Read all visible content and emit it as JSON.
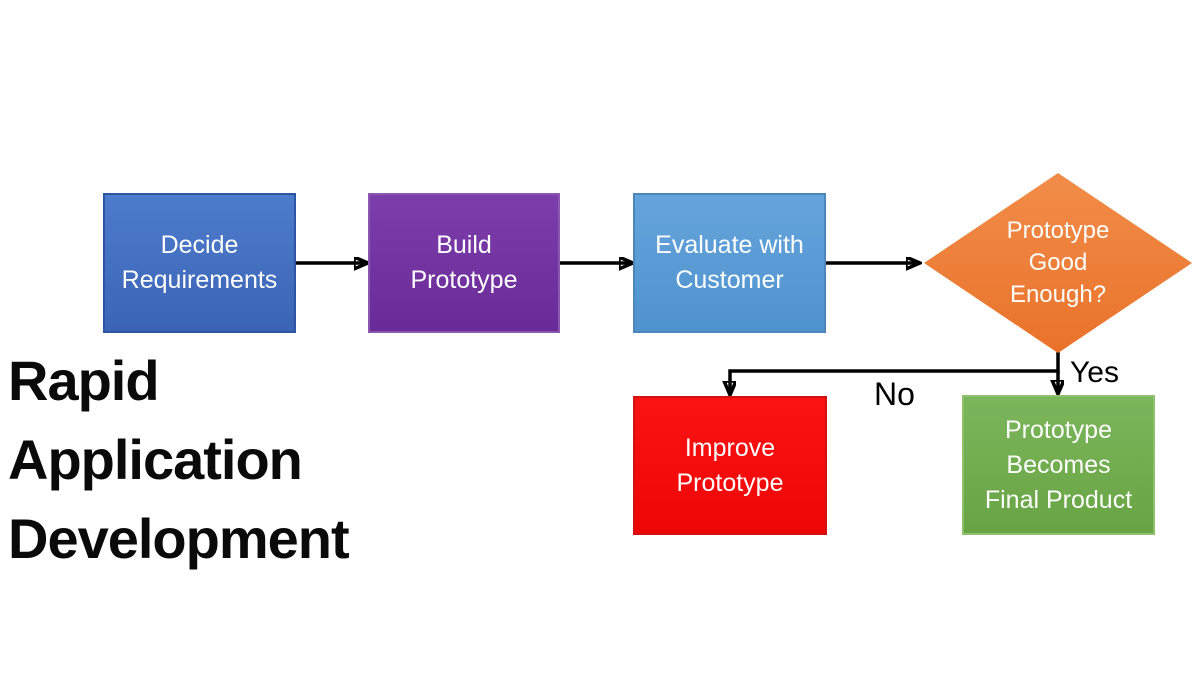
{
  "title": {
    "lines": [
      "Rapid",
      "Application",
      "Development"
    ]
  },
  "flowchart": {
    "nodes": {
      "decide_requirements": {
        "lines": [
          "Decide",
          "Requirements"
        ],
        "shape": "rectangle",
        "fill": "#4472C4"
      },
      "build_prototype": {
        "lines": [
          "Build",
          "Prototype"
        ],
        "shape": "rectangle",
        "fill": "#7030A0"
      },
      "evaluate_with_customer": {
        "lines": [
          "Evaluate with",
          "Customer"
        ],
        "shape": "rectangle",
        "fill": "#5B9BD5"
      },
      "prototype_good_enough": {
        "lines": [
          "Prototype",
          "Good",
          "Enough?"
        ],
        "shape": "diamond",
        "fill": "#ED7D31"
      },
      "improve_prototype": {
        "lines": [
          "Improve",
          "Prototype"
        ],
        "shape": "rectangle",
        "fill": "#F90B0B"
      },
      "prototype_becomes_final_product": {
        "lines": [
          "Prototype",
          "Becomes",
          "Final Product"
        ],
        "shape": "rectangle",
        "fill": "#70AD47"
      }
    },
    "edges": [
      {
        "from": "decide_requirements",
        "to": "build_prototype",
        "label": ""
      },
      {
        "from": "build_prototype",
        "to": "evaluate_with_customer",
        "label": ""
      },
      {
        "from": "evaluate_with_customer",
        "to": "prototype_good_enough",
        "label": ""
      },
      {
        "from": "prototype_good_enough",
        "to": "improve_prototype",
        "label": "No"
      },
      {
        "from": "prototype_good_enough",
        "to": "prototype_becomes_final_product",
        "label": "Yes"
      }
    ],
    "arrow_color": "#000000",
    "node_text_color": "#FFFFFF",
    "title_color": "#000000",
    "background": "#FFFFFF"
  }
}
